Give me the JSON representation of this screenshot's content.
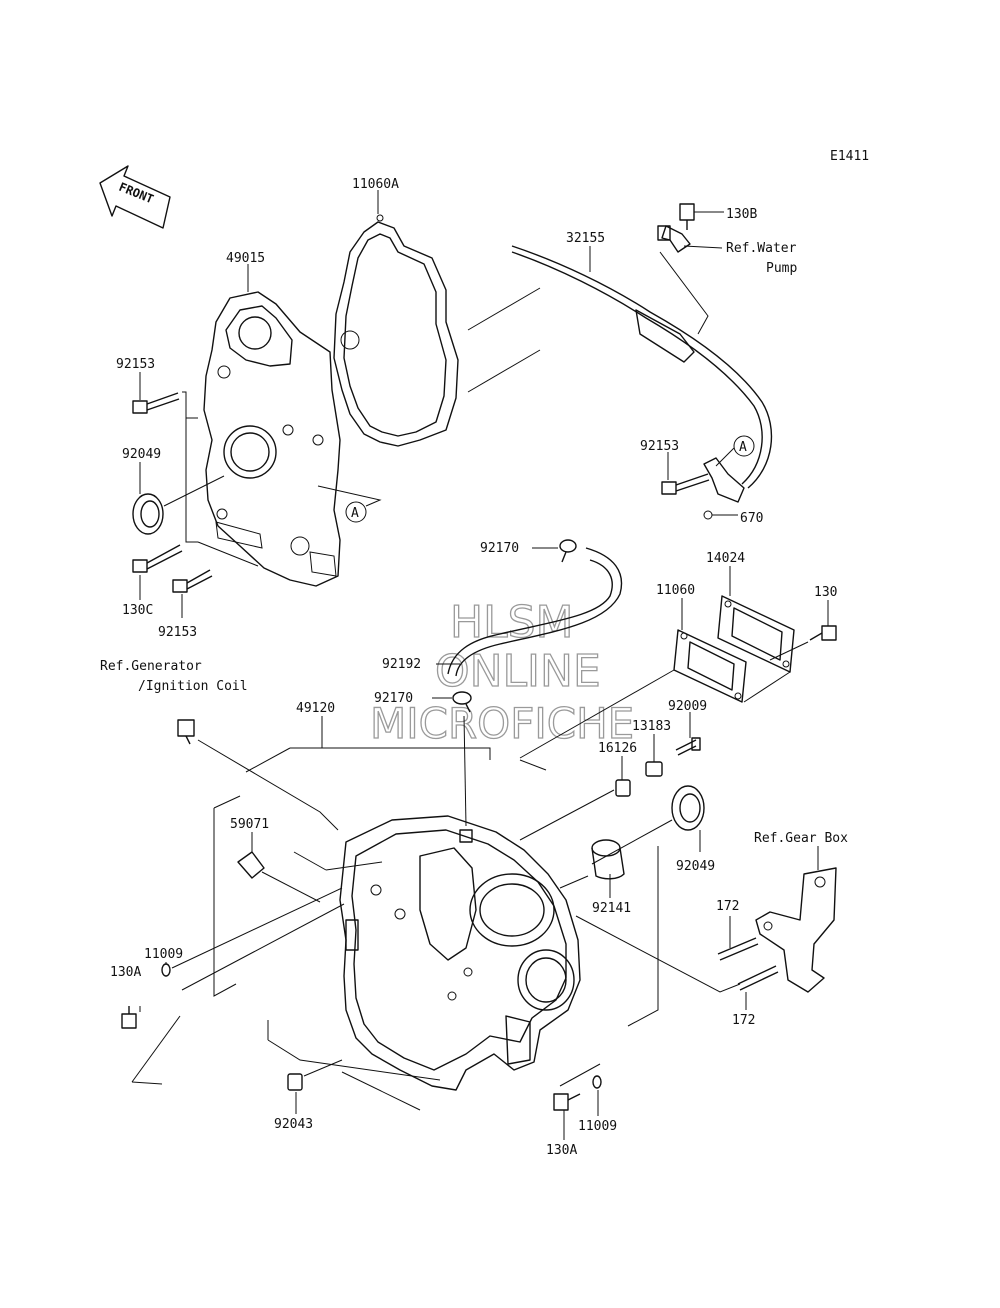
{
  "diagram_code": "E1411",
  "front_label": "FRONT",
  "watermark": {
    "line1": "HLSM",
    "line2": "ONLINE",
    "line3": "MICROFICHE"
  },
  "callout_a": "A",
  "parts": {
    "p11060A": "11060A",
    "p49015": "49015",
    "p32155": "32155",
    "p130B": "130B",
    "ref_water_1": "Ref.Water",
    "ref_water_2": "Pump",
    "p92153_a": "92153",
    "p92049_a": "92049",
    "p130C": "130C",
    "p92153_b": "92153",
    "p92153_c": "92153",
    "p670": "670",
    "p92170_a": "92170",
    "p14024": "14024",
    "p11060": "11060",
    "p130": "130",
    "ref_gen_1": "Ref.Generator",
    "ref_gen_2": "/Ignition Coil",
    "p92192": "92192",
    "p92170_b": "92170",
    "p92009": "92009",
    "p49120": "49120",
    "p13183": "13183",
    "p16126": "16126",
    "p59071": "59071",
    "p92049_b": "92049",
    "ref_gear": "Ref.Gear Box",
    "p92141": "92141",
    "p172_a": "172",
    "p11009_a": "11009",
    "p130A_a": "130A",
    "p172_b": "172",
    "p92043": "92043",
    "p11009_b": "11009",
    "p130A_b": "130A"
  }
}
